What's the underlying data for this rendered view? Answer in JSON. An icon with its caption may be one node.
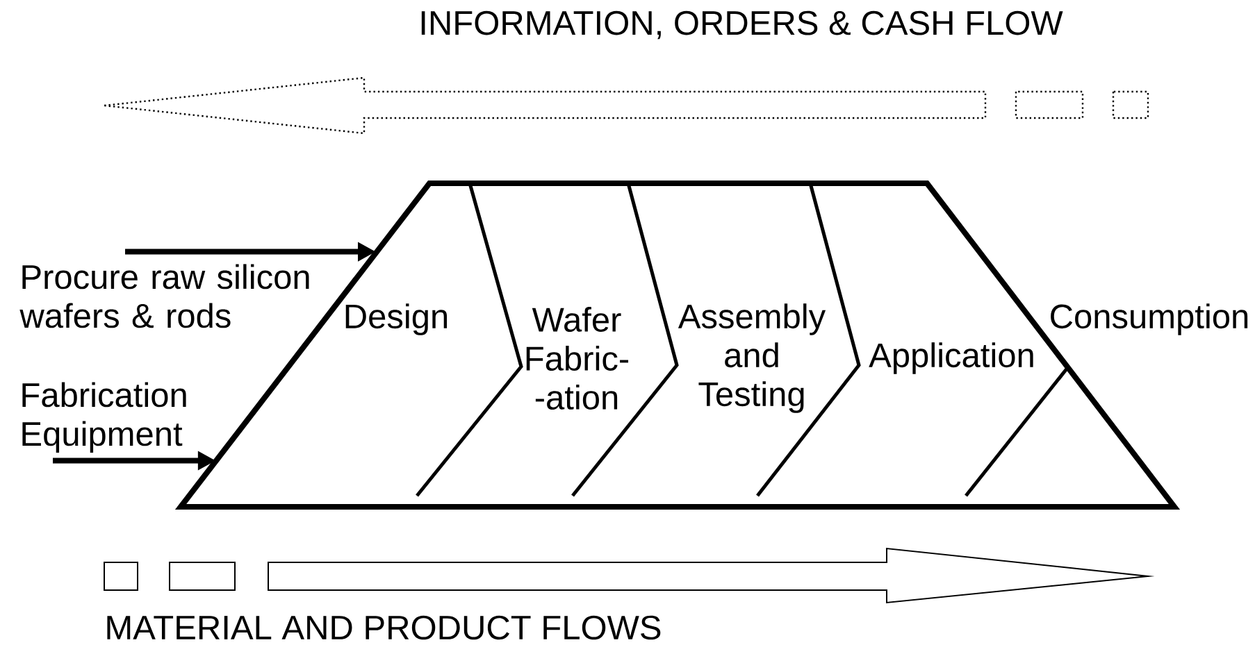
{
  "diagram": {
    "nodes": [
      {
        "text": [
          "Procure raw silicon wafers & rods"
        ]
      },
      {
        "text": [
          "Fabrication Equipment"
        ]
      },
      {
        "text": [],
        "shape": "trapezium"
      },
      {
        "text": [
          "Design"
        ],
        "in": 2
      },
      {
        "text": [
          "Wafer Fabric- -ation"
        ],
        "in": 2
      },
      {
        "text": [
          "Assembly and Testing"
        ],
        "in": 2
      },
      {
        "text": [
          "Application"
        ],
        "in": 2
      },
      {
        "text": [
          "Consumption"
        ]
      }
    ],
    "edges": [
      {
        "from": 0,
        "to": 2,
        "arrow": "to"
      },
      {
        "from": 1,
        "to": 2,
        "arrow": "to"
      }
    ],
    "labels": [
      "INFORMATION, ORDERS & CASH FLOW",
      "MATERIAL AND PRODUCT FLOWS"
    ]
  }
}
